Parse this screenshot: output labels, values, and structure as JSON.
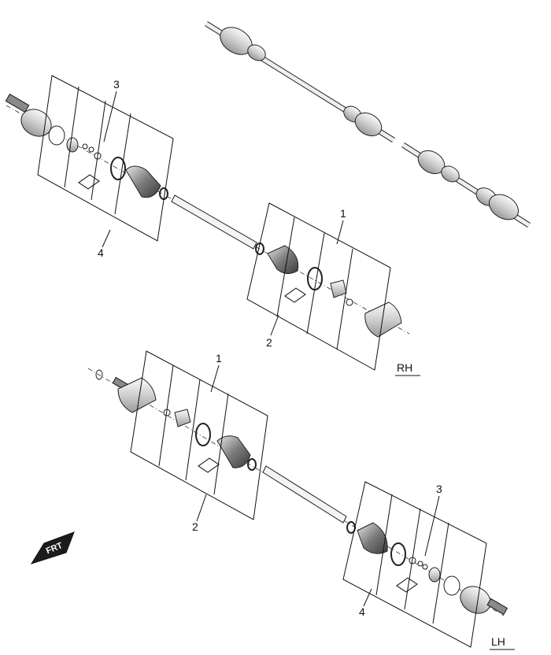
{
  "labels": {
    "rh_1": "1",
    "rh_2": "2",
    "rh_3": "3",
    "rh_4": "4",
    "lh_1": "1",
    "lh_2": "2",
    "lh_3": "3",
    "lh_4": "4"
  },
  "side_tags": {
    "rh": "RH",
    "lh": "LH"
  },
  "front_indicator": "FRT"
}
